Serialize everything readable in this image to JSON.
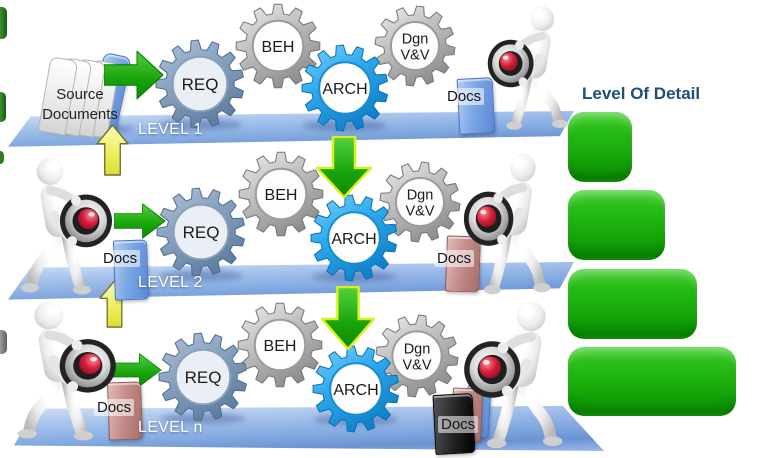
{
  "source_documents": {
    "label": "Source Documents"
  },
  "gears": [
    {
      "id": "req",
      "label": "REQ"
    },
    {
      "id": "beh",
      "label": "BEH"
    },
    {
      "id": "arch",
      "label": "ARCH"
    },
    {
      "id": "dgn",
      "label": "Dgn V&V",
      "lines": [
        "Dgn",
        "V&V"
      ]
    }
  ],
  "levels": [
    {
      "name": "LEVEL 1",
      "input_arrow": true,
      "up_feedback_arrow": true,
      "down_flow_arrow": true,
      "docs": [
        {
          "position": "right",
          "label": "Docs",
          "color": "blue"
        }
      ]
    },
    {
      "name": "LEVEL 2",
      "input_arrow": true,
      "up_feedback_arrow": true,
      "down_flow_arrow": true,
      "docs": [
        {
          "position": "left",
          "label": "Docs",
          "color": "blue"
        },
        {
          "position": "right",
          "label": "Docs",
          "color": "red"
        }
      ]
    },
    {
      "name": "LEVEL n",
      "input_arrow": true,
      "up_feedback_arrow": false,
      "down_flow_arrow": false,
      "docs": [
        {
          "position": "left",
          "label": "Docs",
          "color": "red"
        },
        {
          "position": "right",
          "label": "Docs",
          "color": "black"
        }
      ]
    }
  ],
  "level_of_detail": {
    "title": "Level Of Detail",
    "bars": [
      {
        "relative_size": 0.38
      },
      {
        "relative_size": 0.58
      },
      {
        "relative_size": 0.77
      },
      {
        "relative_size": 1.0
      }
    ]
  },
  "icons": {
    "gear": "gear-icon",
    "observer": "person-with-lens-icon",
    "docs_book": "docs-book-icon",
    "source_stack": "document-stack-icon",
    "flow_right": "green-right-arrow-icon",
    "flow_down": "green-down-arrow-icon",
    "feedback_up": "yellow-up-arrow-icon",
    "detail_bar": "green-cylinder-icon"
  },
  "colors": {
    "platform_blue": "#7fa6dd",
    "gear_silver": "#a9a9a9",
    "gear_steel_blue": "#7e96b2",
    "gear_blue": "#2aa7ea",
    "arrow_green": "#1ca50f",
    "arrow_outline_yellow": "#dcef1e",
    "up_arrow_yellow": "#eef06a",
    "cylinder_green": "#1db30d",
    "title_blue": "#1f4e79",
    "docs_blue": "#7aa4e4",
    "docs_red": "#c08a86",
    "docs_black": "#1c1c1c"
  }
}
